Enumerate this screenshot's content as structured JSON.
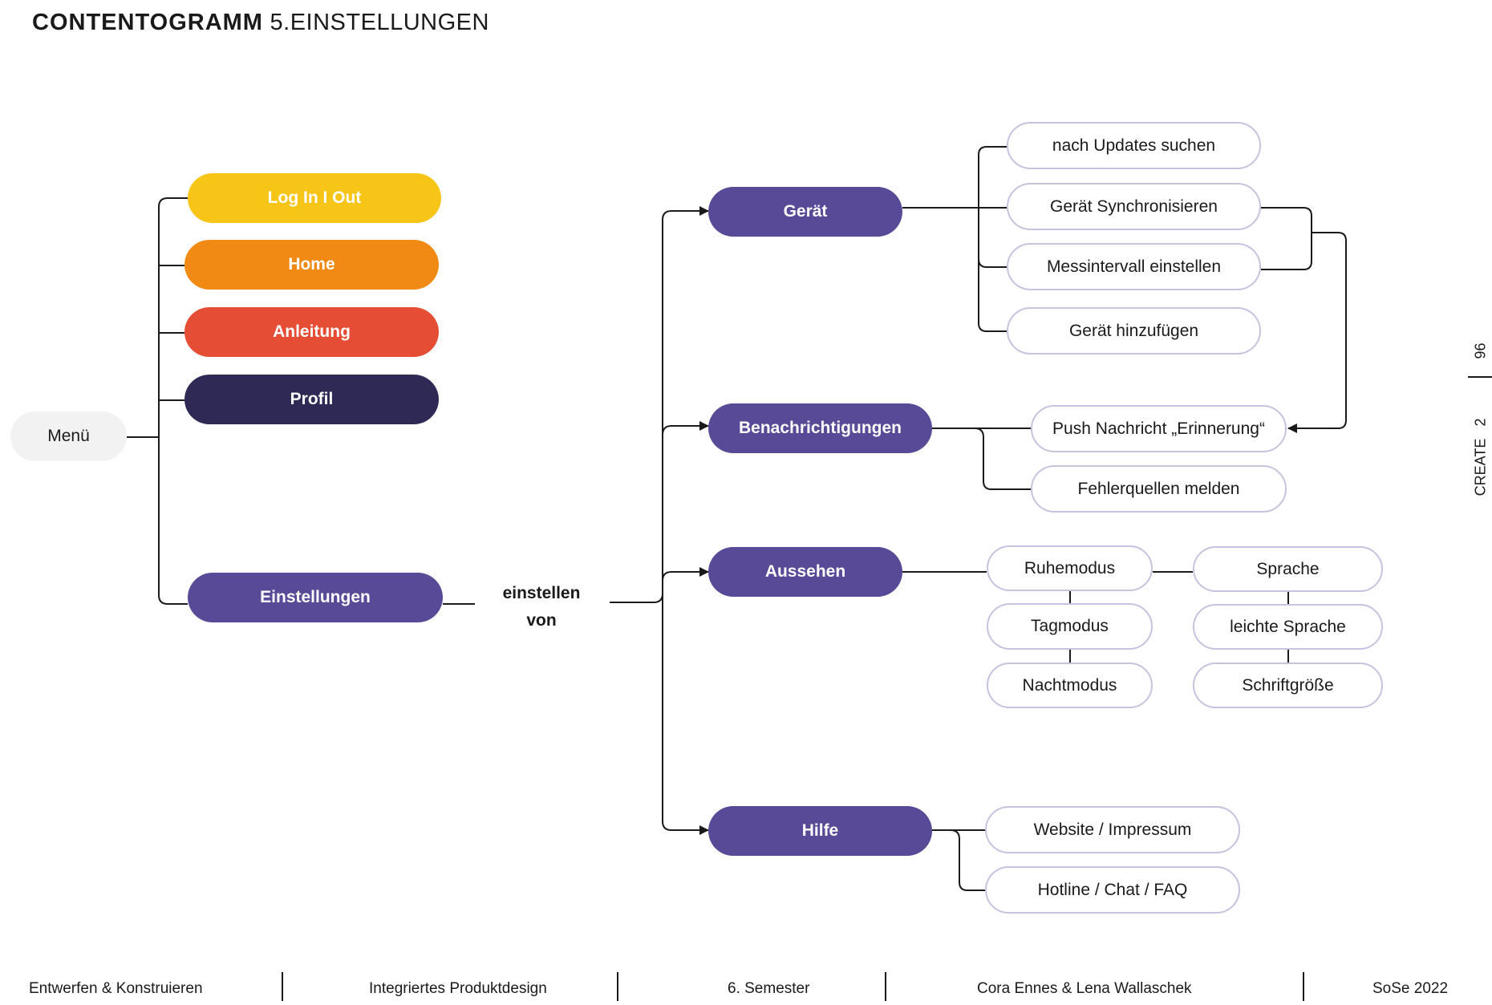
{
  "header": {
    "title_bold": "CONTENTOGRAMM",
    "title_rest": "5.EINSTELLUNGEN"
  },
  "nodes": {
    "menu": "Menü",
    "login": "Log In I Out",
    "home": "Home",
    "anleitung": "Anleitung",
    "profil": "Profil",
    "einstellungen": "Einstellungen",
    "einstellen_von_line1": "einstellen",
    "einstellen_von_line2": "von",
    "geraet": "Gerät",
    "benachrichtigungen": "Benachrichtigungen",
    "aussehen": "Aussehen",
    "hilfe": "Hilfe",
    "updates": "nach Updates suchen",
    "sync": "Gerät Synchronisieren",
    "messintervall": "Messintervall einstellen",
    "hinzufuegen": "Gerät hinzufügen",
    "push": "Push Nachricht „Erinnerung“",
    "fehlerquellen": "Fehlerquellen melden",
    "ruhemodus": "Ruhemodus",
    "tagmodus": "Tagmodus",
    "nachtmodus": "Nachtmodus",
    "sprache": "Sprache",
    "leichte_sprache": "leichte Sprache",
    "schriftgroesse": "Schriftgröße",
    "website": "Website / Impressum",
    "hotline": "Hotline / Chat / FAQ"
  },
  "colors": {
    "yellow": "#f7c418",
    "orange": "#f08a15",
    "red": "#e54e35",
    "navy": "#2e2a55",
    "purple": "#584a96",
    "outline": "#c7c2de",
    "menu_bg": "#f2f2f2"
  },
  "side_label": {
    "page": "96",
    "chapter_number": "2",
    "chapter": "CREATE"
  },
  "footer": {
    "items": [
      "Entwerfen & Konstruieren",
      "Integriertes Produktdesign",
      "6. Semester",
      "Cora Ennes  & Lena Wallaschek",
      "SoSe 2022"
    ]
  }
}
